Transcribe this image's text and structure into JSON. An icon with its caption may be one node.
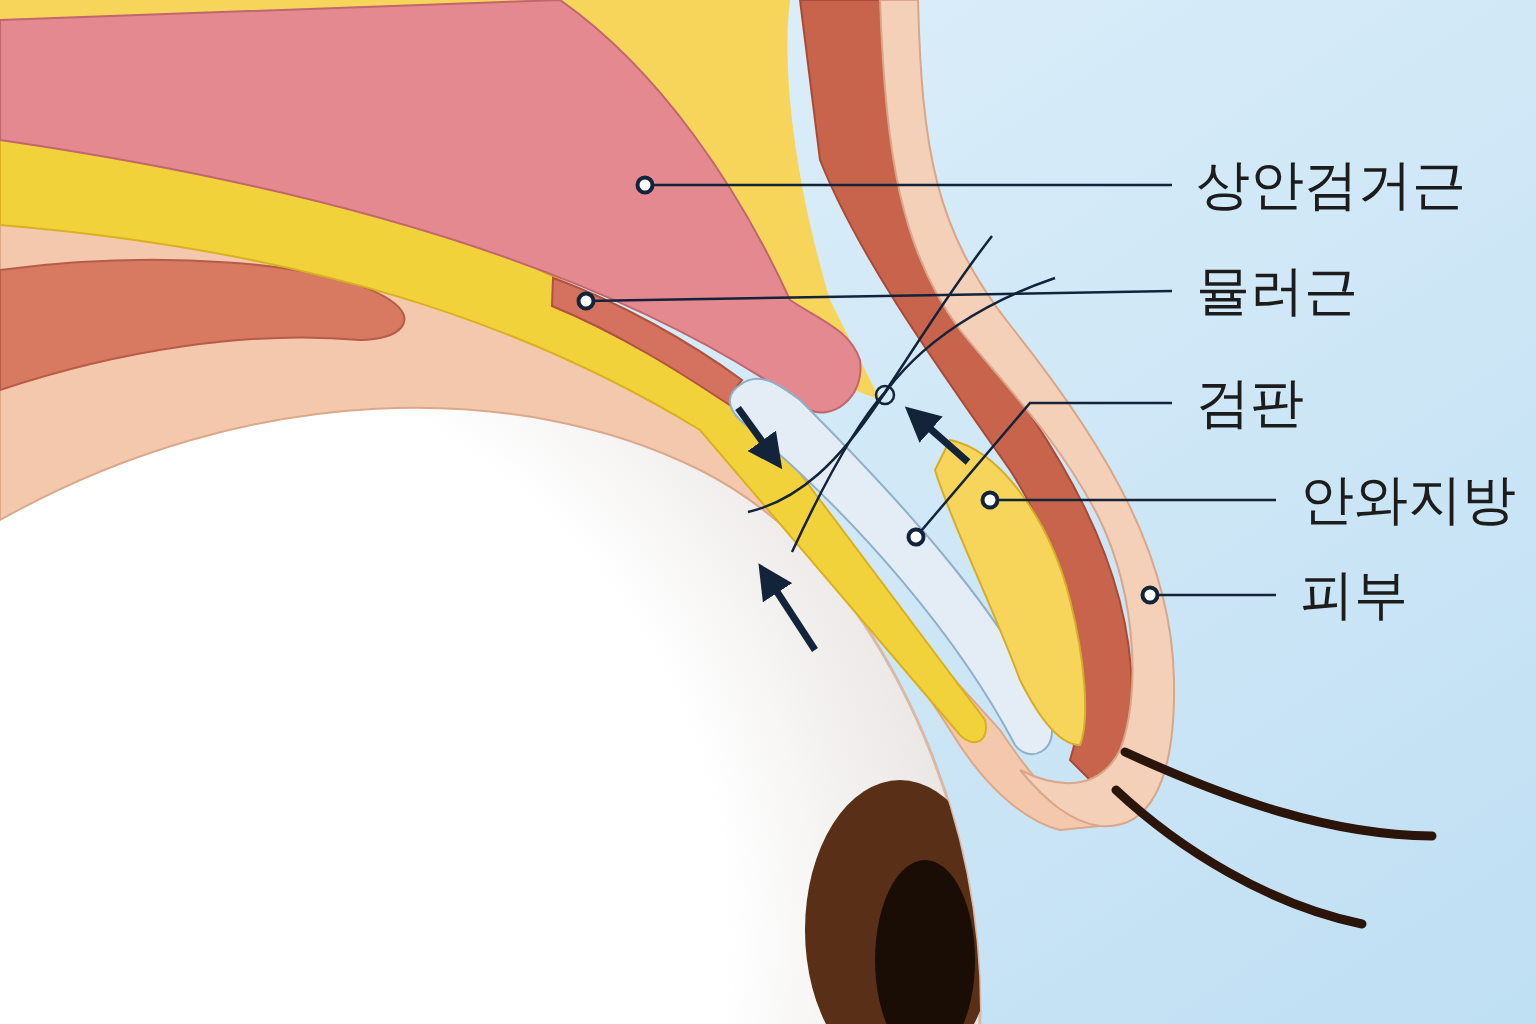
{
  "diagram": {
    "nodes": [
      {
        "text": [
          "상안검거근"
        ]
      },
      {
        "text": [
          "뮬러근"
        ]
      },
      {
        "text": [
          "검판"
        ]
      },
      {
        "text": [
          "안와지방"
        ]
      },
      {
        "text": [
          "피부"
        ]
      },
      {
        "text": [],
        "shape": "picture"
      },
      {
        "text": [],
        "shape": "picture"
      },
      {
        "text": [],
        "shape": "picture"
      },
      {
        "text": [],
        "shape": "picture"
      },
      {
        "text": [],
        "shape": "picture"
      }
    ],
    "edges": [
      {
        "from": 0,
        "to": 5,
        "arrow": "other"
      },
      {
        "from": 1,
        "to": 6,
        "arrow": "other"
      },
      {
        "from": 2,
        "to": 7,
        "arrow": "other"
      },
      {
        "from": 3,
        "to": 8,
        "arrow": "other"
      },
      {
        "from": 4,
        "to": 9,
        "arrow": "other"
      }
    ]
  }
}
